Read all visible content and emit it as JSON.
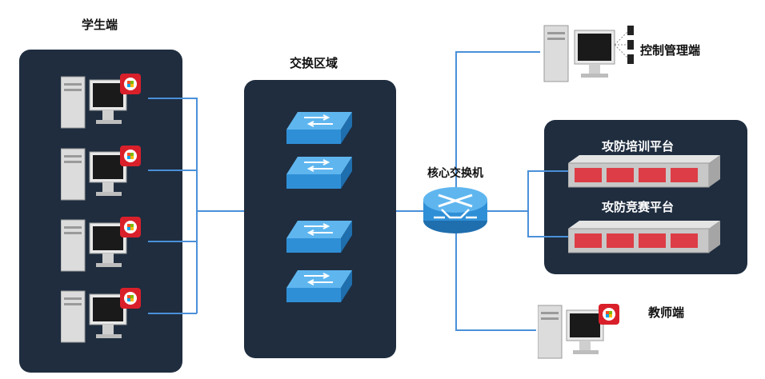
{
  "labels": {
    "students": "学生端",
    "exchange_zone": "交换区域",
    "core_switch": "核心交换机",
    "control": "控制管理端",
    "training": "攻防培训平台",
    "competition": "攻防竞赛平台",
    "teacher": "教师端"
  },
  "colors": {
    "panel": "#1f2d3f",
    "wire": "#4a90d9",
    "switch": "#2f8fd6",
    "server_led": "#e0242f",
    "badge": "#d9202a"
  }
}
